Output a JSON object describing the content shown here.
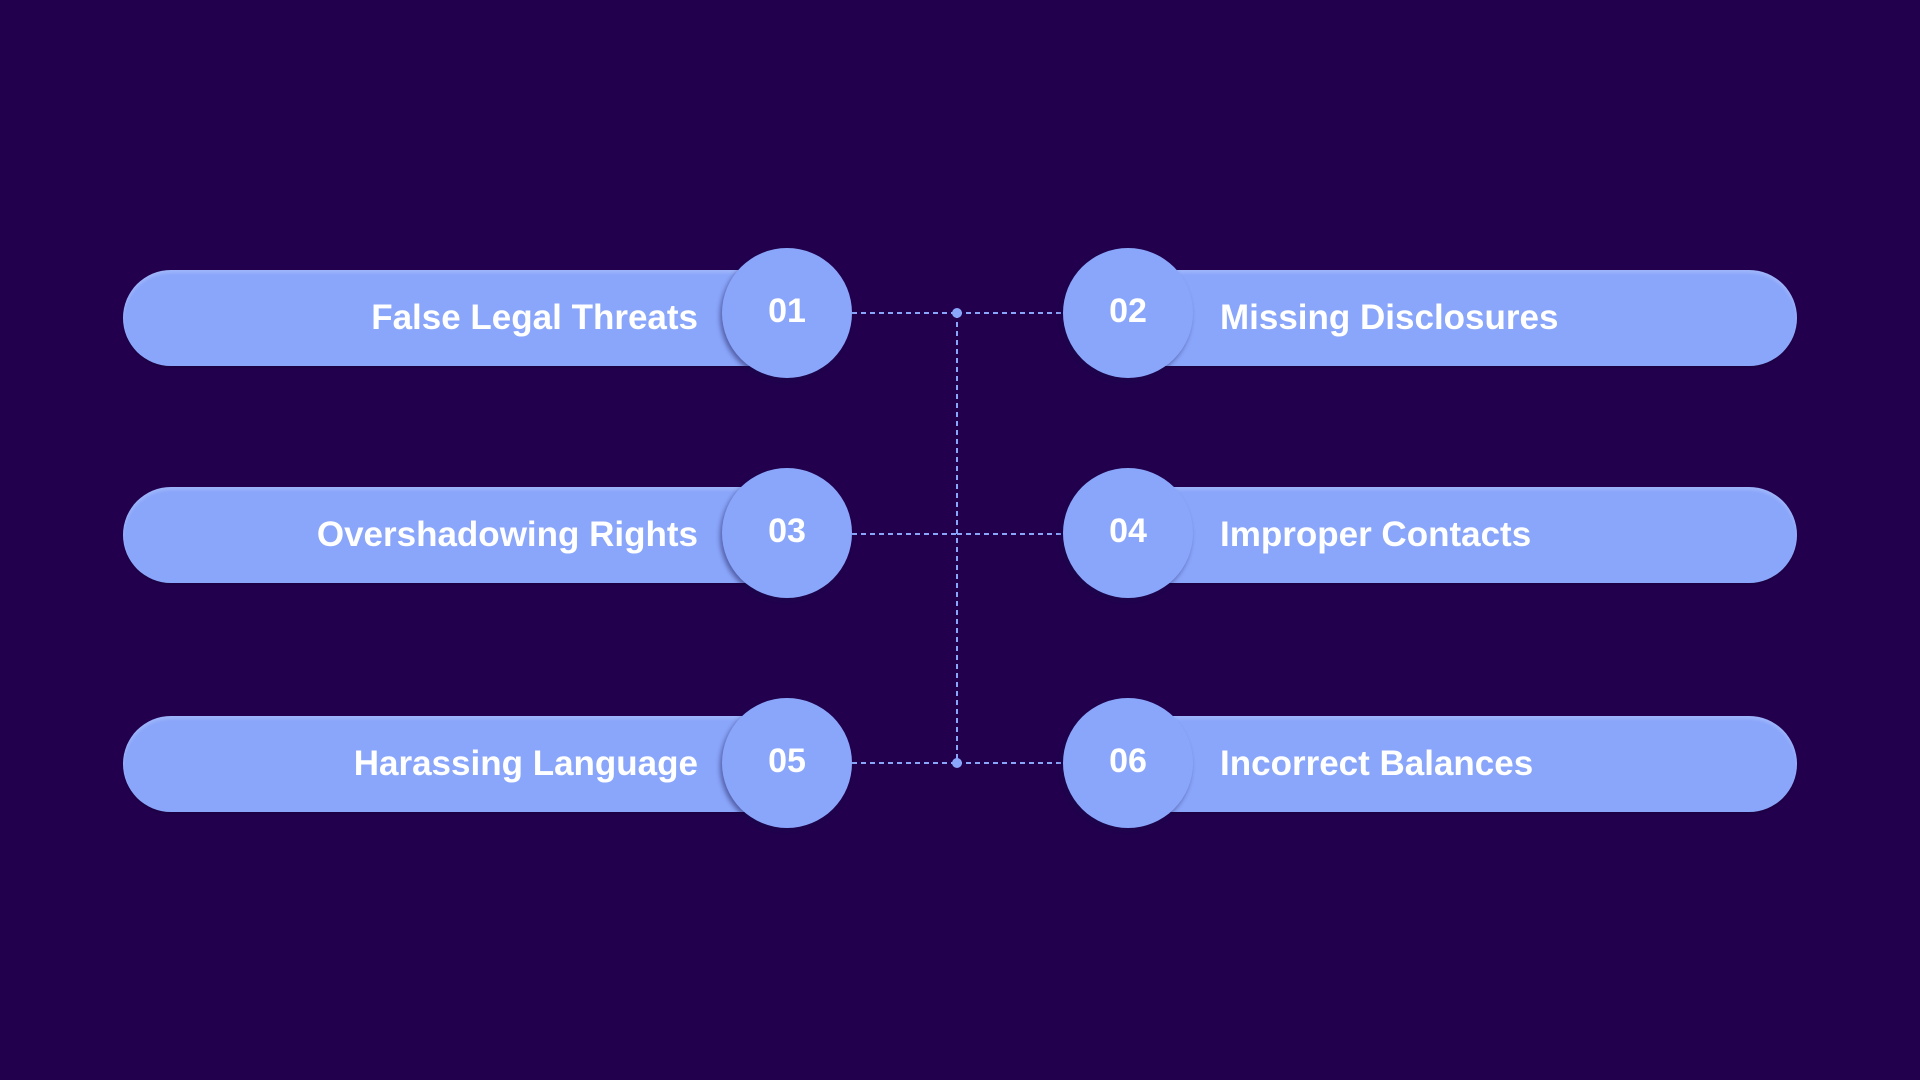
{
  "colors": {
    "background": "#22004e",
    "pill": "#8aa6fa",
    "text": "#ffffff",
    "connector": "#8aa6fa"
  },
  "items": [
    {
      "number": "01",
      "label": "False Legal Threats",
      "side": "left",
      "row": 1
    },
    {
      "number": "02",
      "label": "Missing Disclosures",
      "side": "right",
      "row": 1
    },
    {
      "number": "03",
      "label": "Overshadowing Rights",
      "side": "left",
      "row": 2
    },
    {
      "number": "04",
      "label": "Improper Contacts",
      "side": "right",
      "row": 2
    },
    {
      "number": "05",
      "label": "Harassing Language",
      "side": "left",
      "row": 3
    },
    {
      "number": "06",
      "label": "Incorrect Balances",
      "side": "right",
      "row": 3
    }
  ]
}
